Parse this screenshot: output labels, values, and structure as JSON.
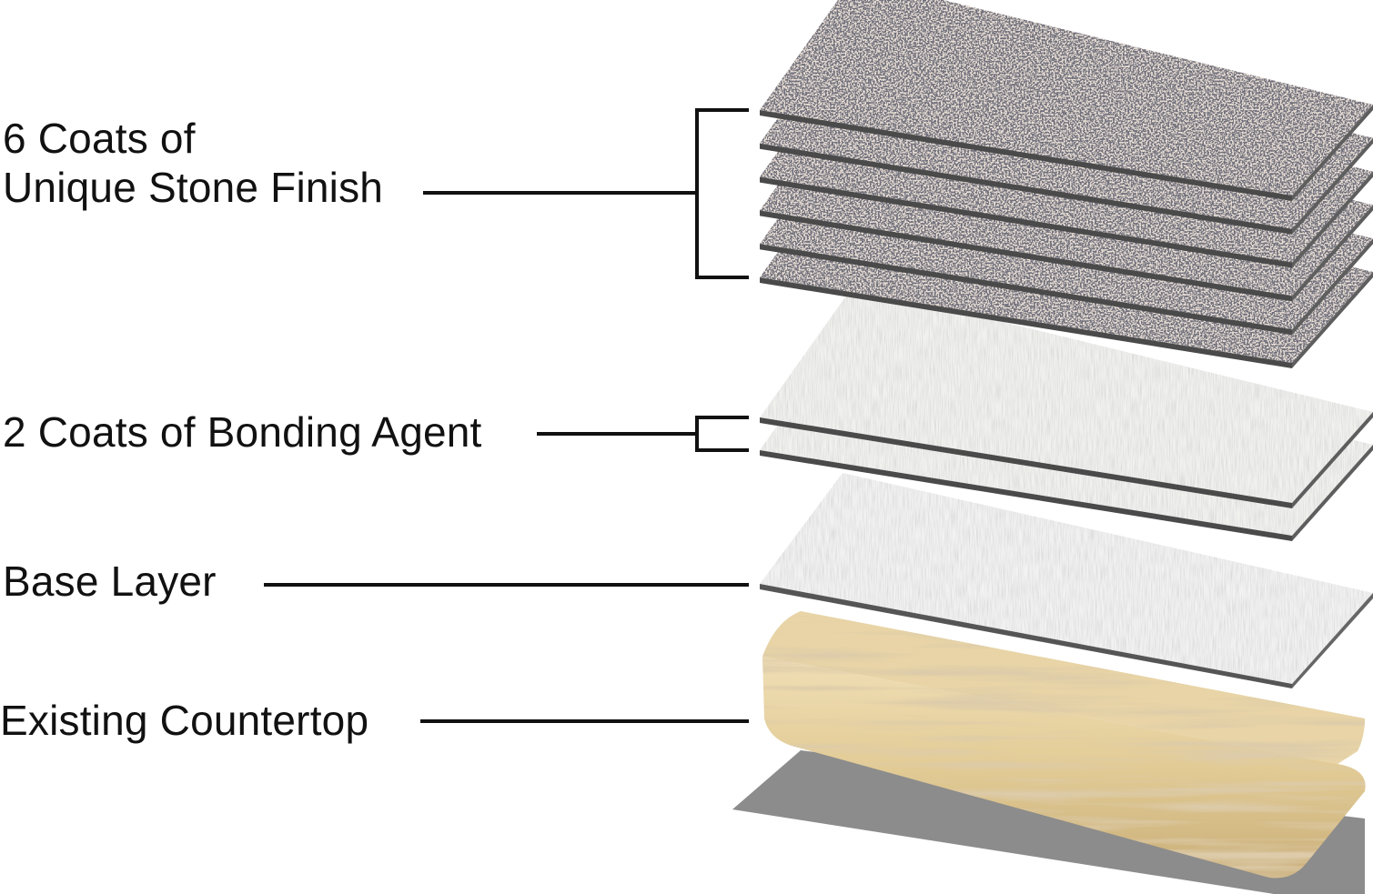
{
  "labels": {
    "stone_finish_line1": "6 Coats of",
    "stone_finish_line2": "Unique Stone Finish",
    "bonding_agent": "2 Coats of Bonding Agent",
    "base_layer": "Base Layer",
    "existing_countertop": "Existing Countertop"
  },
  "layer_counts": {
    "stone_finish": 6,
    "bonding_agent": 2
  },
  "colors": {
    "stone_base": "#e9dfd6",
    "stone_speckle": "#2f2f35",
    "bonding_sheet": "#f1f1ee",
    "base_sheet": "#f3f3f3",
    "wood": "#e6d2a2",
    "wood_grain": "#c9ad77",
    "shadow": "#8c8c8c",
    "line": "#111111"
  }
}
